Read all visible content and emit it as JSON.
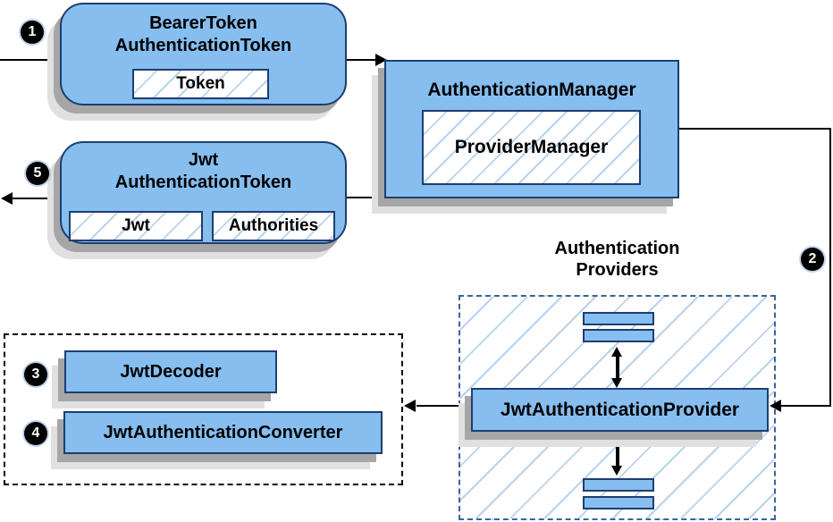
{
  "steps": {
    "s1": "1",
    "s2": "2",
    "s3": "3",
    "s4": "4",
    "s5": "5"
  },
  "nodes": {
    "bearer_token": {
      "title1": "BearerToken",
      "title2": "AuthenticationToken",
      "field": "Token"
    },
    "authentication_manager": {
      "title": "AuthenticationManager",
      "impl": "ProviderManager"
    },
    "jwt_authentication_token": {
      "title1": "Jwt",
      "title2": "AuthenticationToken",
      "field1": "Jwt",
      "field2": "Authorities"
    },
    "authentication_providers_label": {
      "line1": "Authentication",
      "line2": "Providers"
    },
    "jwt_authentication_provider": {
      "title": "JwtAuthenticationProvider"
    },
    "jwt_decoder": {
      "title": "JwtDecoder"
    },
    "jwt_authentication_converter": {
      "title": "JwtAuthenticationConverter"
    }
  },
  "colors": {
    "node_fill": "#86bef0",
    "node_border": "#1e3e70",
    "hatch_line": "#b9d3ee",
    "providers_dash_border": "#3a62a0",
    "converters_dash_border": "#000000",
    "arrow": "#000000",
    "shadow_dark": "#a6a6a6",
    "shadow_light": "#e0e0e0",
    "badge_fill": "#000000",
    "badge_text": "#ffffff"
  }
}
